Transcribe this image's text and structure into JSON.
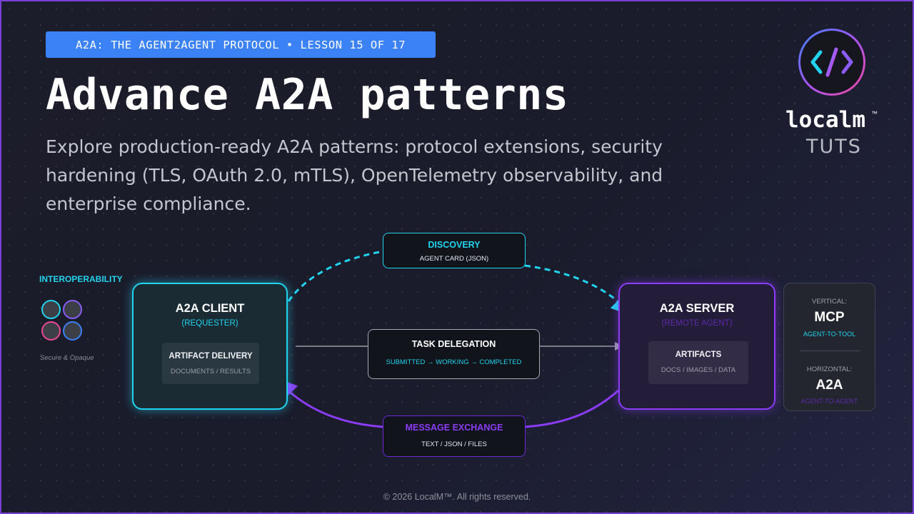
{
  "header": {
    "badge": "A2A: THE AGENT2AGENT PROTOCOL • LESSON 15 OF 17",
    "title": "Advance A2A patterns",
    "subtitle": "Explore production-ready A2A patterns: protocol extensions, security hardening (TLS, OAuth 2.0, mTLS), OpenTelemetry observability, and enterprise compliance."
  },
  "logo": {
    "glyph": "</>",
    "word": "localm",
    "tm": "™",
    "tagline": "TUTS"
  },
  "diagram": {
    "interoperability": {
      "label": "INTEROPERABILITY",
      "caption": "Secure & Opaque",
      "dot_colors": [
        "#22d3ee",
        "#8b5cf6",
        "#ec4899",
        "#3b82f6"
      ]
    },
    "client": {
      "title": "A2A CLIENT",
      "subtitle": "(REQUESTER)",
      "inner_title": "ARTIFACT DELIVERY",
      "inner_sub": "DOCUMENTS / RESULTS"
    },
    "server": {
      "title": "A2A SERVER",
      "subtitle": "(REMOTE AGENT)",
      "inner_title": "ARTIFACTS",
      "inner_sub": "DOCS / IMAGES / DATA"
    },
    "discovery": {
      "title": "DISCOVERY",
      "sub": "AGENT CARD (JSON)"
    },
    "task": {
      "title": "TASK DELEGATION",
      "sub": "SUBMITTED → WORKING → COMPLETED"
    },
    "message": {
      "title": "MESSAGE EXCHANGE",
      "sub": "TEXT / JSON / FILES"
    },
    "side": {
      "vertical_label": "VERTICAL:",
      "vertical_value": "MCP",
      "vertical_caption": "AGENT-TO-TOOL",
      "horizontal_label": "HORIZONTAL:",
      "horizontal_value": "A2A",
      "horizontal_caption": "AGENT-TO-AGENT"
    }
  },
  "colors": {
    "cyan": "#22d3ee",
    "purple": "#8b3cf6",
    "badge_blue": "#3b82f6"
  },
  "footer": "© 2026 LocalM™. All rights reserved."
}
